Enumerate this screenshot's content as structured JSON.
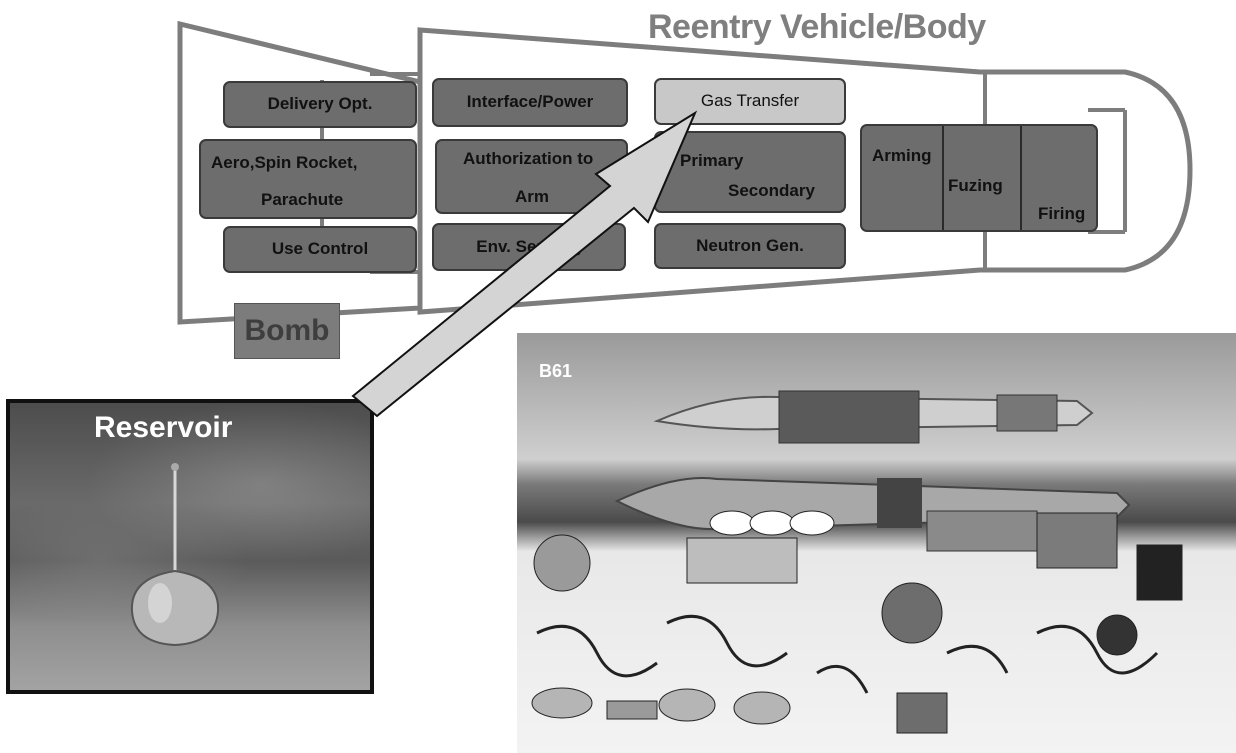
{
  "title": "Reentry Vehicle/Body",
  "bomb_label": "Bomb",
  "boxes": {
    "delivery_opt": "Delivery Opt.",
    "aero_spin": "Aero,Spin Rocket,",
    "parachute": "Parachute",
    "use_control": "Use Control",
    "interface_power": "Interface/Power",
    "authorization_l1": "Authorization to",
    "authorization_l2": "Arm",
    "env_sensing": "Env. Sensing",
    "gas_transfer": "Gas Transfer",
    "primary": "Primary",
    "secondary": "Secondary",
    "neutron_gen": "Neutron Gen.",
    "arming": "Arming",
    "fuzing": "Fuzing",
    "firing": "Firing"
  },
  "photos": {
    "reservoir_label": "Reservoir",
    "b61_label": "B61"
  }
}
